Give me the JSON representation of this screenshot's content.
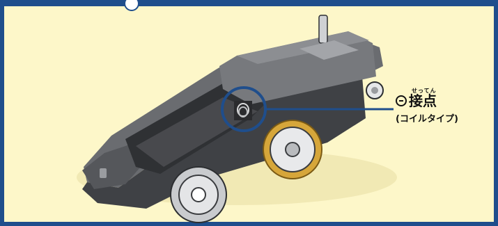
{
  "callout": {
    "ruby": "せってん",
    "label": "接点",
    "sub": "(コイルタイプ)"
  },
  "colors": {
    "frame": "#1f4e8c",
    "background": "#fdf7c9",
    "body": "#5e6063",
    "body_dark": "#3e4043",
    "gold_wheel": "#d6a63a",
    "callout": "#1f4e8c"
  }
}
